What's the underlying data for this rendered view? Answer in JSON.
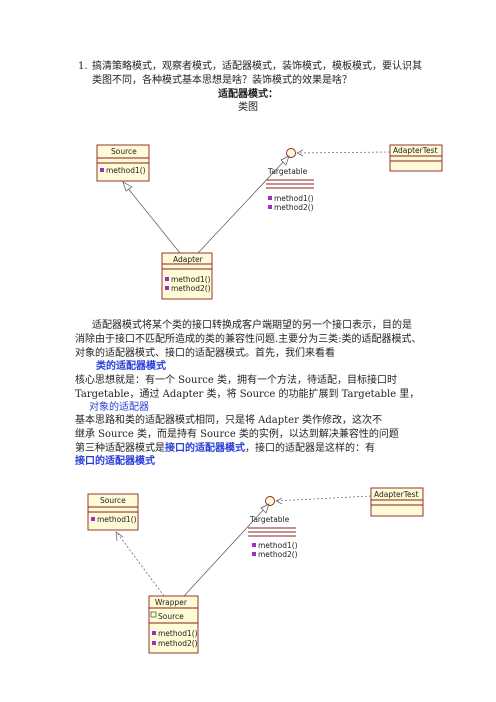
{
  "question": {
    "number": "1.",
    "line1": "搞清策略模式，观察者模式，适配器模式，装饰模式，模板模式，要认识其",
    "line2": "类图不同，各种模式基本思想是啥？装饰模式的效果是啥？"
  },
  "section_title": "适配器模式：",
  "class_diagram_label": "类图",
  "diagram1": {
    "source": {
      "name": "Source",
      "method": "method1()"
    },
    "target": {
      "name": "Targetable",
      "methods": [
        "method1()",
        "method2()"
      ]
    },
    "adapter_test": {
      "name": "AdapterTest"
    },
    "adapter": {
      "name": "Adapter",
      "methods": [
        "method1()",
        "method2()"
      ]
    }
  },
  "paragraph1": {
    "line1": "适配器模式将某个类的接口转换成客户端期望的另一个接口表示，目的是",
    "line2": "消除由于接口不匹配所造成的类的兼容性问题.主要分为三类:类的适配器模式、",
    "line3": "对象的适配器模式、接口的适配器模式。首先，我们来看看"
  },
  "heading_class_adapter": "类的适配器模式",
  "paragraph2": {
    "line1": "核心思想就是：有一个  Source  类，拥有一个方法，待适配，目标接口时",
    "line2": "Targetable，通过 Adapter 类，将 Source 的功能扩展到 Targetable 里，"
  },
  "heading_object_adapter": "对象的适配器",
  "paragraph3": {
    "line1": "基本思路和类的适配器模式相同，只是将 Adapter 类作修改，这次不",
    "line2": "继承 Source 类，而是持有 Source 类的实例，以达到解决兼容性的问题",
    "line3_prefix": "第三种适配器模式是",
    "line3_link": "接口的适配器模式",
    "line3_suffix": "，接口的适配器是这样的：有"
  },
  "heading_interface_adapter": "接口的适配器模式",
  "diagram2": {
    "source": {
      "name": "Source",
      "method": "method1()"
    },
    "target": {
      "name": "Targetable",
      "methods": [
        "method1()",
        "method2()"
      ]
    },
    "adapter_test": {
      "name": "AdapterTest"
    },
    "wrapper": {
      "name": "Wrapper",
      "attribute": "Source",
      "methods": [
        "method1()",
        "method2()"
      ]
    }
  }
}
